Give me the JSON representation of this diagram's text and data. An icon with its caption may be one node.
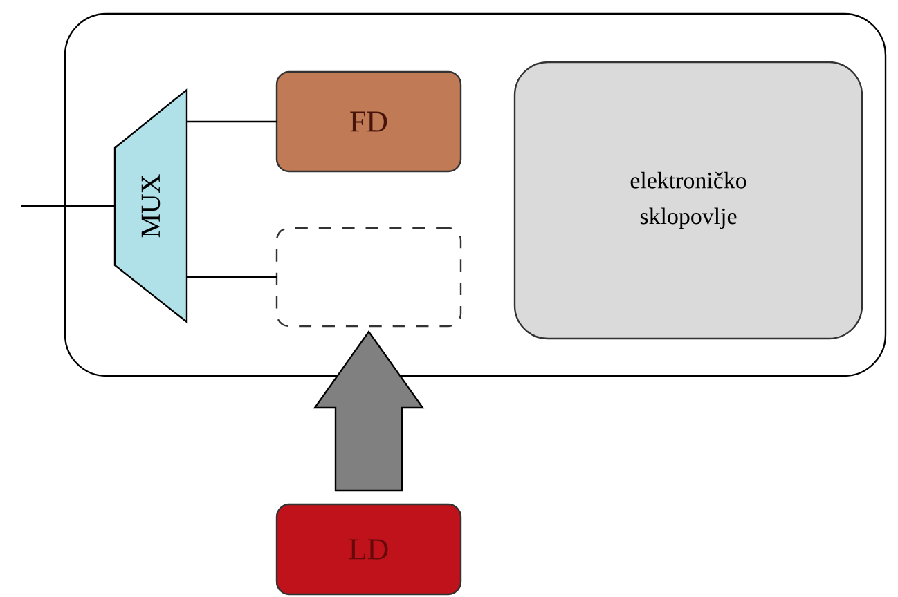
{
  "diagram": {
    "nodes": [
      {
        "text": [],
        "shape": "box"
      },
      {
        "text": [
          "MUX"
        ],
        "in": 0
      },
      {
        "text": [
          "FD"
        ],
        "in": 0
      },
      {
        "text": [],
        "shape": "box",
        "in": 0
      },
      {
        "text": [
          "elektroničko sklopovlje"
        ],
        "in": 0
      },
      {
        "text": [
          "LD"
        ]
      }
    ],
    "edges": [
      {
        "from": null,
        "to": 1,
        "arrow": "none"
      },
      {
        "from": 1,
        "to": 2,
        "arrow": "none"
      },
      {
        "from": 1,
        "to": 3,
        "arrow": "none"
      },
      {
        "from": 5,
        "to": 3,
        "arrow": "to",
        "style": "thick",
        "color": "#808080"
      }
    ]
  }
}
